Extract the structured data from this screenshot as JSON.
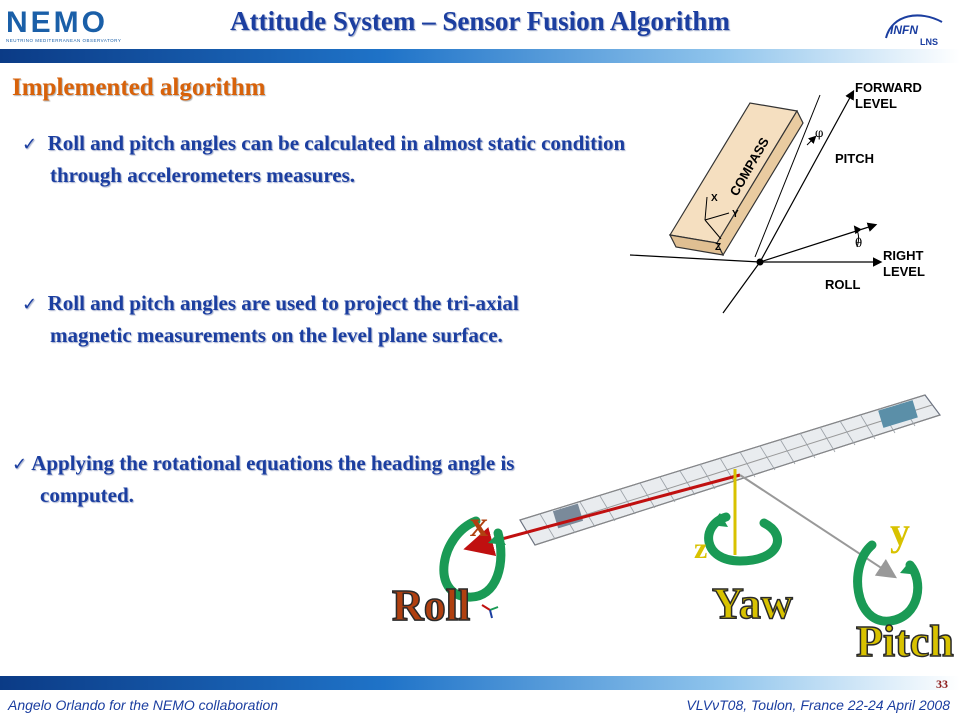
{
  "header": {
    "logo_left_word": "NEMO",
    "logo_left_tagline": "NEUTRINO MEDITERRANEAN OBSERVATORY",
    "title": "Attitude System – Sensor Fusion Algorithm",
    "logo_right_text": "INFN",
    "logo_right_sub": "LNS"
  },
  "main": {
    "heading": "Implemented algorithm",
    "bullets": [
      "Roll and pitch angles can be calculated in almost static condition through accelerometers measures.",
      "Roll and  pitch angles are used to project the tri-axial magnetic measurements on the level plane surface.",
      "Applying the rotational equations the heading angle is computed."
    ]
  },
  "compass_figure": {
    "label_compass": "COMPASS",
    "label_forward": "FORWARD",
    "label_level1": "LEVEL",
    "label_pitch": "PITCH",
    "label_right": "RIGHT",
    "label_level2": "LEVEL",
    "label_roll": "ROLL",
    "label_phi": "φ",
    "label_theta": "θ",
    "label_x": "X",
    "label_y": "Y",
    "label_z": "Z"
  },
  "frame_figure": {
    "axis_x": "x",
    "axis_y": "y",
    "axis_z": "z",
    "roll": "Roll",
    "yaw": "Yaw",
    "pitch": "Pitch"
  },
  "footer": {
    "slide_number": "33",
    "author": "Angelo Orlando for the NEMO collaboration",
    "event": "VLVνT08, Toulon, France 22-24 April 2008"
  },
  "colors": {
    "title_blue": "#1b3ea0",
    "heading_orange": "#d8620a",
    "roll_red": "#b04010",
    "yaw_yellow": "#d8c200",
    "arrow_green": "#1a9a55"
  }
}
